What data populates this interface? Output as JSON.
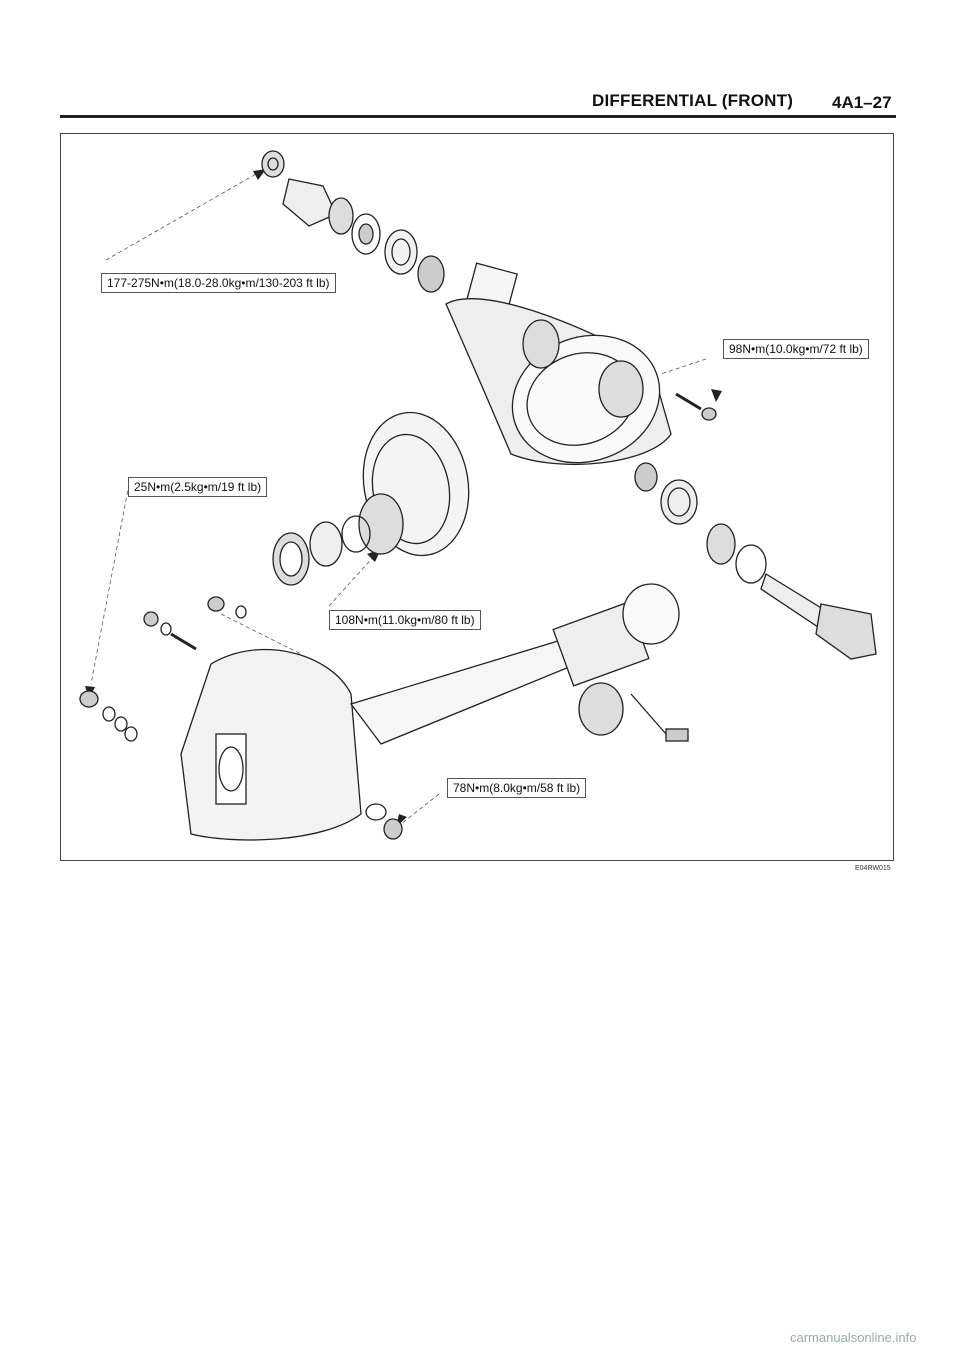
{
  "header": {
    "title": "DIFFERENTIAL (FRONT)",
    "page": "4A1–27"
  },
  "figure": {
    "code": "E04RW015",
    "callouts": [
      {
        "id": "c1",
        "text": "177-275N•m(18.0-28.0kg•m/130-203 ft lb)"
      },
      {
        "id": "c2",
        "text": "98N•m(10.0kg•m/72 ft lb)"
      },
      {
        "id": "c3",
        "text": "25N•m(2.5kg•m/19 ft lb)"
      },
      {
        "id": "c4",
        "text": "108N•m(11.0kg•m/80 ft lb)"
      },
      {
        "id": "c5",
        "text": "78N•m(8.0kg•m/58 ft lb)"
      }
    ]
  },
  "watermark": "carmanualsonline.info"
}
